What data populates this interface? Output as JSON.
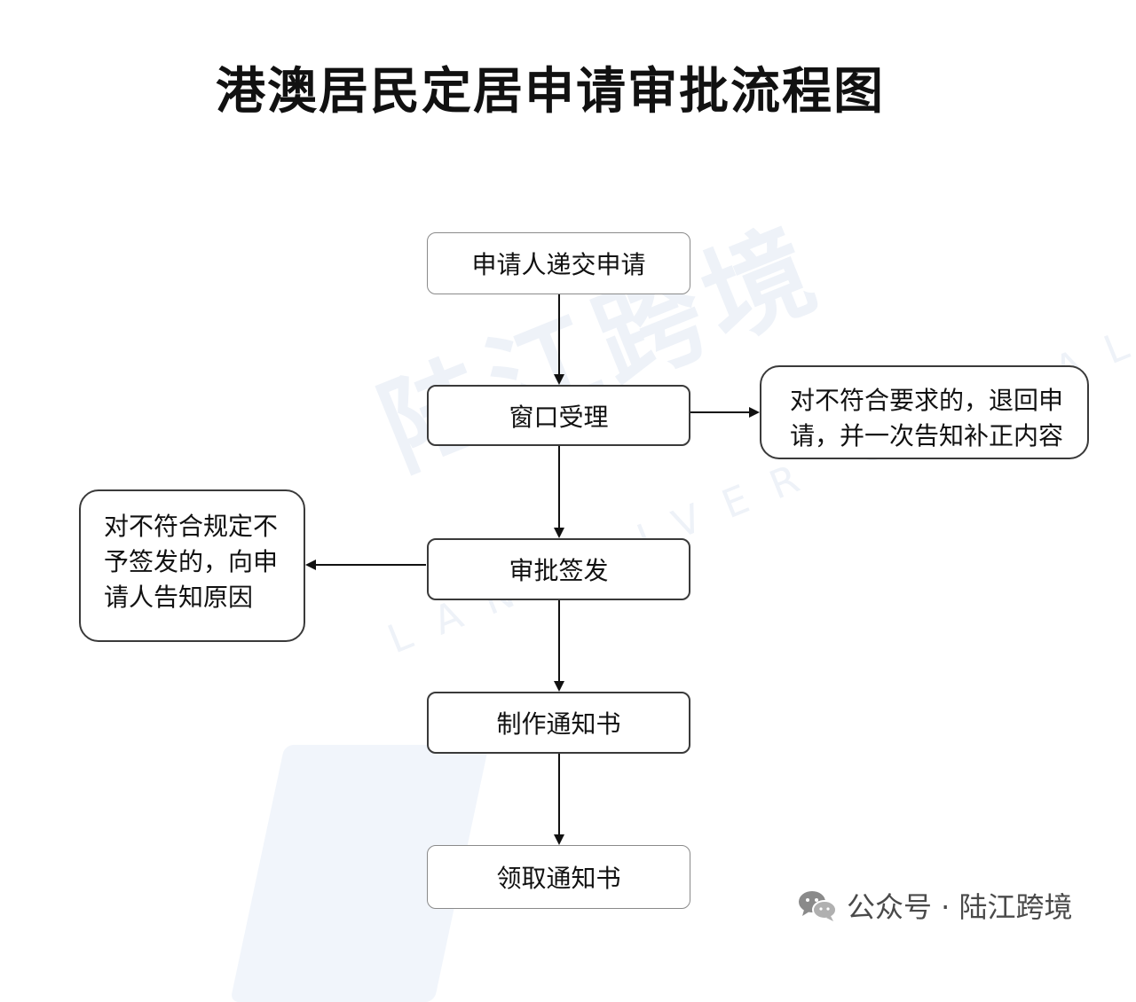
{
  "title": "港澳居民定居申请审批流程图",
  "watermark": {
    "brand": "陆江跨境",
    "subtitle": "LANDRIVER GLOBAL"
  },
  "nodes": {
    "submit": "申请人递交申请",
    "window": "窗口受理",
    "approve": "审批签发",
    "make_notice": "制作通知书",
    "collect_notice": "领取通知书"
  },
  "side_notes": {
    "return_line1": "对不符合要求的，退回申",
    "return_line2": "请，并一次告知补正内容",
    "reject_line1": "对不符合规定不",
    "reject_line2": "予签发的，向申",
    "reject_line3": "请人告知原因"
  },
  "footer": {
    "icon": "wechat-icon",
    "text": "公众号 · 陆江跨境"
  }
}
